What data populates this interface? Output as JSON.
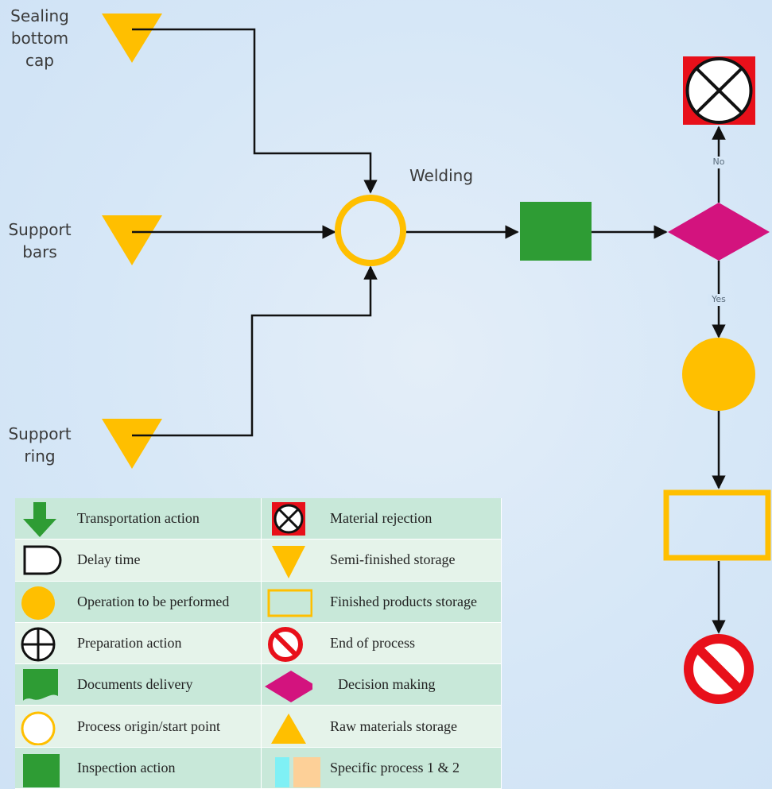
{
  "diagram": {
    "inputs": [
      {
        "label": "Sealing\nbottom\ncap"
      },
      {
        "label": "Support\nbars"
      },
      {
        "label": "Support\nring"
      }
    ],
    "process_label": "Welding",
    "decision": {
      "no_label": "No",
      "yes_label": "Yes"
    }
  },
  "legend": {
    "left": [
      {
        "icon": "transportation-arrow-icon",
        "label": "Transportation action"
      },
      {
        "icon": "delay-d-icon",
        "label": "Delay time"
      },
      {
        "icon": "operation-circle-icon",
        "label": "Operation to be performed"
      },
      {
        "icon": "preparation-cross-circle-icon",
        "label": "Preparation action"
      },
      {
        "icon": "document-icon",
        "label": "Documents delivery"
      },
      {
        "icon": "start-ring-icon",
        "label": "Process origin/start point"
      },
      {
        "icon": "inspection-square-icon",
        "label": "Inspection action"
      }
    ],
    "right": [
      {
        "icon": "rejection-x-circle-icon",
        "label": "Material rejection"
      },
      {
        "icon": "semi-finished-triangle-icon",
        "label": "Semi-finished storage"
      },
      {
        "icon": "finished-storage-rectangle-icon",
        "label": "Finished products storage"
      },
      {
        "icon": "prohibited-circle-icon",
        "label": "End of process"
      },
      {
        "icon": "decision-diamond-icon",
        "label": "Decision making"
      },
      {
        "icon": "raw-materials-triangle-icon",
        "label": "Raw materials storage"
      },
      {
        "icon": "specific-process-bars-icon",
        "label": "Specific process 1 & 2"
      }
    ]
  },
  "colors": {
    "gold": "#ffbf00",
    "green": "#2e9c34",
    "magenta": "#d3137e",
    "red": "#e8101a",
    "legend_dark": "#c8e8d9",
    "legend_light": "#e5f3ea",
    "cyan": "#7ff0f5",
    "peach": "#fdd098"
  }
}
